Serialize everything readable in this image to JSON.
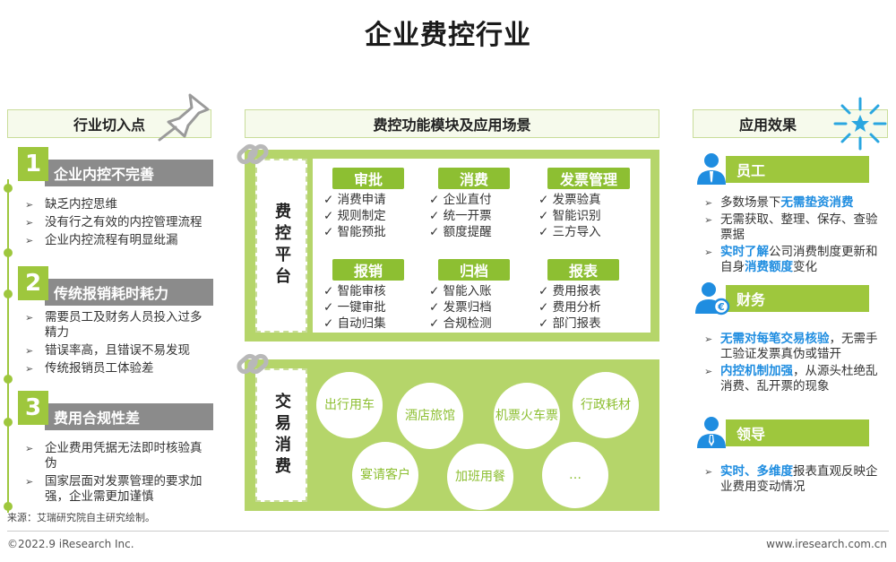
{
  "title": "企业费控行业",
  "sections": {
    "left": "行业切入点",
    "middle": "费控功能模块及应用场景",
    "right": "应用效果"
  },
  "entry_points": [
    {
      "number": "1",
      "title": "企业内控不完善",
      "bullets": [
        "缺乏内控思维",
        "没有行之有效的内控管理流程",
        "企业内控流程有明显纰漏"
      ]
    },
    {
      "number": "2",
      "title": "传统报销耗时耗力",
      "bullets": [
        "需要员工及财务人员投入过多精力",
        "错误率高，且错误不易发现",
        "传统报销员工体验差"
      ]
    },
    {
      "number": "3",
      "title": "费用合规性差",
      "bullets": [
        "企业费用凭据无法即时核验真伪",
        "国家层面对发票管理的要求加强，企业需更加谨慎"
      ]
    }
  ],
  "platform": {
    "label": "费控平台",
    "modules": [
      {
        "title": "审批",
        "items": [
          "消费申请",
          "规则制定",
          "智能预批"
        ]
      },
      {
        "title": "消费",
        "items": [
          "企业直付",
          "统一开票",
          "额度提醒"
        ]
      },
      {
        "title": "发票管理",
        "items": [
          "发票验真",
          "智能识别",
          "三方导入"
        ]
      },
      {
        "title": "报销",
        "items": [
          "智能审核",
          "一键审批",
          "自动归集"
        ]
      },
      {
        "title": "归档",
        "items": [
          "智能入账",
          "发票归档",
          "合规检测"
        ]
      },
      {
        "title": "报表",
        "items": [
          "费用报表",
          "费用分析",
          "部门报表"
        ]
      }
    ]
  },
  "consumption": {
    "label": "交易消费",
    "scenes": [
      "出行用车",
      "酒店旅馆",
      "机票火车票",
      "行政耗材",
      "宴请客户",
      "加班用餐",
      "…"
    ]
  },
  "effects": {
    "employee": {
      "title": "员工",
      "b1_pre": "多数场景下",
      "b1_hl": "无需垫资消费",
      "b2": "无需获取、整理、保存、查验票据",
      "b3_hl": "实时了解",
      "b3_mid": "公司消费制度更新和自身",
      "b3_hl2": "消费额度",
      "b3_post": "变化"
    },
    "finance": {
      "title": "财务",
      "b1_hl": "无需对每笔交易核验",
      "b1_post": "，无需手工验证发票真伪或错开",
      "b2_hl": "内控机制加强",
      "b2_post": "，从源头杜绝乱消费、乱开票的现象"
    },
    "leader": {
      "title": "领导",
      "b1_hl": "实时、多维度",
      "b1_post": "报表直观反映企业费用变动情况"
    }
  },
  "source": "来源：艾瑞研究院自主研究绘制。",
  "footer": {
    "copyright": "©2022.9 iResearch Inc.",
    "website": "www.iresearch.com.cn"
  },
  "colors": {
    "green": "#9ec73d",
    "dark_green": "#8dbf32",
    "panel_green": "#b5d56a",
    "gray_bar": "#8b8b8b",
    "highlight_blue": "#1f8de0"
  },
  "icons": [
    "pushpin-icon",
    "burst-icon",
    "chain-link-icon",
    "employee-icon",
    "finance-icon",
    "leader-icon"
  ]
}
